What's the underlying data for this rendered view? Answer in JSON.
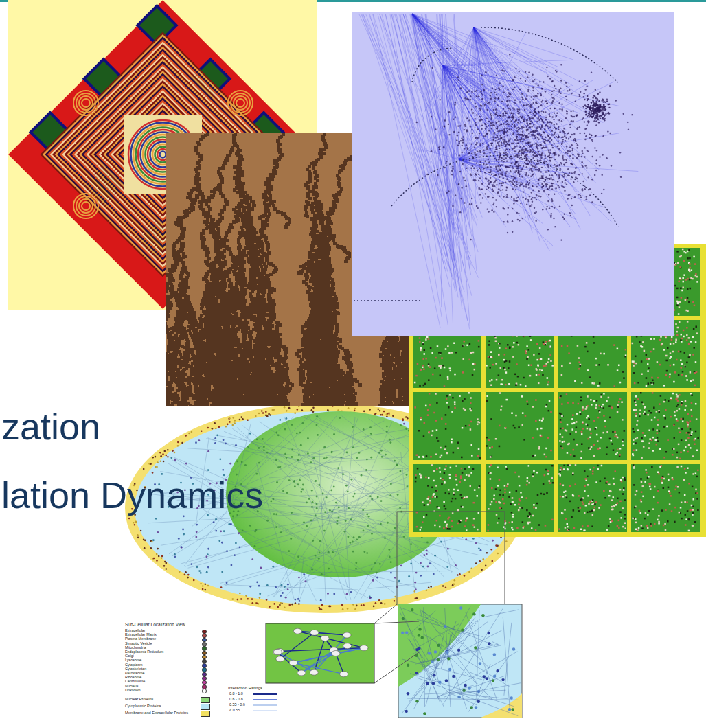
{
  "diagram": {
    "labels": [
      "zation",
      "lation Dynamics",
      "Sub-Cellular Localization View",
      "Interaction Ratings"
    ],
    "legend": [
      {
        "text": "Extracellular",
        "color": "#7a1e1e"
      },
      {
        "text": "Extracellular Matrix",
        "color": "#b04848"
      },
      {
        "text": "Plasma Membrane",
        "color": "#3a5aa0"
      },
      {
        "text": "Synaptic Vesicle",
        "color": "#6a6a6a"
      },
      {
        "text": "Mitochondria",
        "color": "#2a6a2a"
      },
      {
        "text": "Endoplasmic Reticulum",
        "color": "#8a5a20"
      },
      {
        "text": "Golgi",
        "color": "#c08a30"
      },
      {
        "text": "Lysosome",
        "color": "#404040"
      },
      {
        "text": "Cytoplasm",
        "color": "#2a3a9a"
      },
      {
        "text": "Cytoskeleton",
        "color": "#1a6a8a"
      },
      {
        "text": "Peroxisome",
        "color": "#5a2a8a"
      },
      {
        "text": "Ribosome",
        "color": "#8a2a8a"
      },
      {
        "text": "Centrosome",
        "color": "#c040a0"
      },
      {
        "text": "Nucleus",
        "color": "#a02a6a"
      },
      {
        "text": "Unknown",
        "color": "#ffffff"
      },
      {
        "text": "Nuclear Proteins",
        "color": "#8ed878"
      },
      {
        "text": "Cytoplasmic Proteins",
        "color": "#b8e4f4"
      },
      {
        "text": "Membrane and Extracellular Proteins",
        "color": "#f2e060"
      },
      {
        "text": "0.8 - 1.0"
      },
      {
        "text": "0.6 - 0.8"
      },
      {
        "text": "0.55 - 0.6"
      },
      {
        "text": "< 0.55"
      }
    ]
  }
}
